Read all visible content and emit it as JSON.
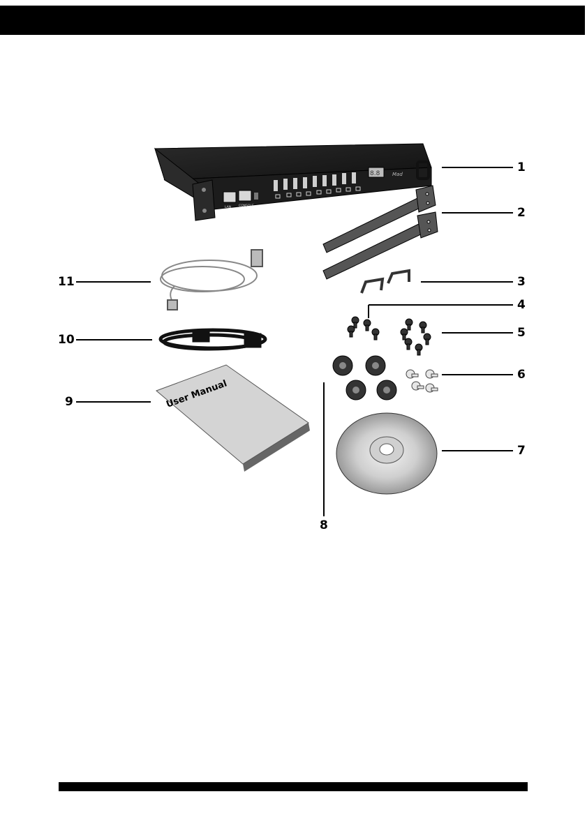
{
  "callouts": [
    "1",
    "2",
    "3",
    "4",
    "5",
    "6",
    "7",
    "8",
    "9",
    "10",
    "11"
  ],
  "manual": {
    "title": "User Manual"
  },
  "device": {
    "port_lan": "LAN",
    "port_console": "CONSOLE",
    "display": "8.8",
    "brand": "Mad"
  }
}
